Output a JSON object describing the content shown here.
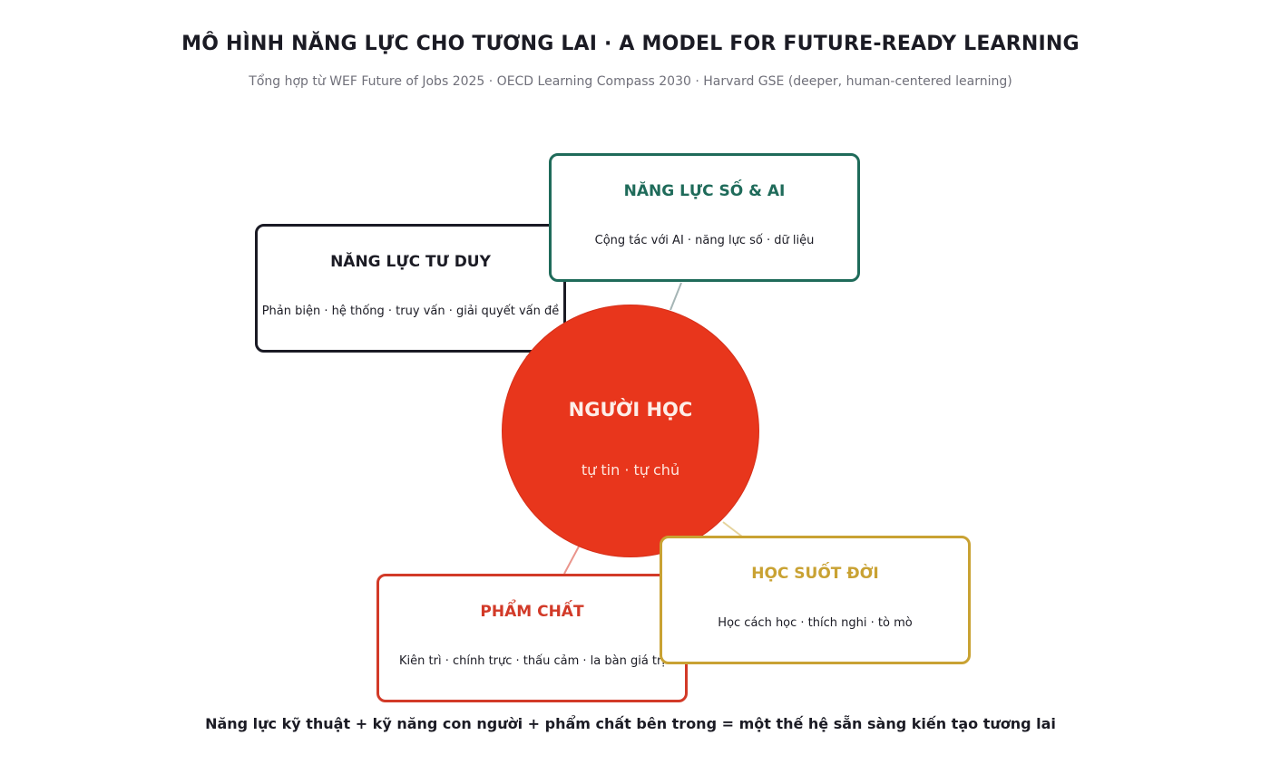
{
  "header": {
    "title": "MÔ HÌNH NĂNG LỰC CHO TƯƠNG LAI · A MODEL FOR FUTURE-READY LEARNING",
    "subtitle": "Tổng hợp từ WEF Future of Jobs 2025 · OECD Learning Compass 2030 · Harvard GSE (deeper, human-centered learning)"
  },
  "center": {
    "title": "NGƯỜI HỌC",
    "subtitle": "tự tin · tự chủ",
    "color": "#e8361c"
  },
  "nodes": [
    {
      "id": "thinking",
      "title": "NĂNG LỰC TƯ DUY",
      "description": "Phản biện · hệ thống · truy vấn · giải quyết vấn đề",
      "color": "#1a1a24"
    },
    {
      "id": "digital",
      "title": "NĂNG LỰC SỐ & AI",
      "description": "Cộng tác với AI · năng lực số · dữ liệu",
      "color": "#1f6b5a"
    },
    {
      "id": "character",
      "title": "PHẨM CHẤT",
      "description": "Kiên trì · chính trực · thấu cảm · la bàn giá trị",
      "color": "#d23a28"
    },
    {
      "id": "lifelong",
      "title": "HỌC SUỐT ĐỜI",
      "description": "Học cách học · thích nghi · tò mò",
      "color": "#c9a233"
    }
  ],
  "footer": {
    "text": "Năng lực kỹ thuật + kỹ năng con người + phẩm chất bên trong = một thế hệ sẵn sàng kiến tạo tương lai"
  }
}
